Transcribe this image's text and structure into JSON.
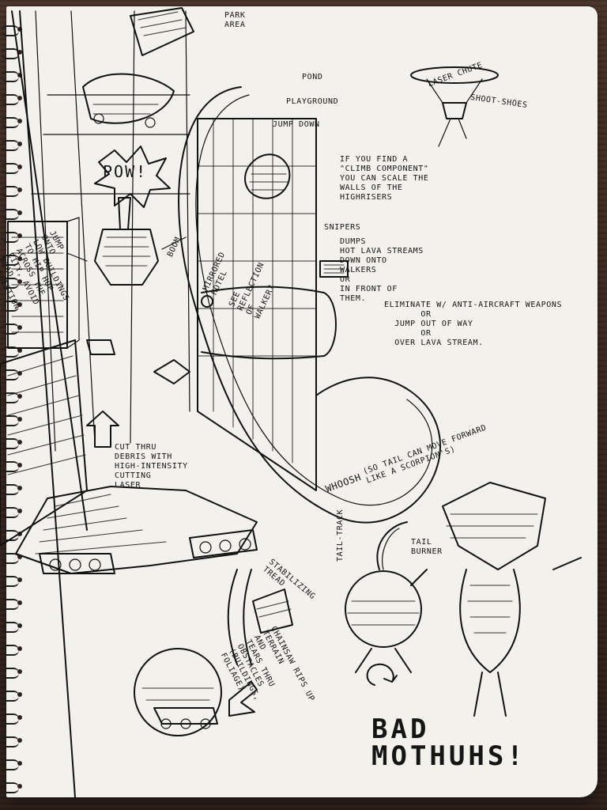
{
  "colors": {
    "wood_dark": "#2d1f19",
    "wood_mid": "#4a3328",
    "paper": "#f3f1ec",
    "ink": "#111111"
  },
  "icons": {
    "spiral": "spiral-binding-icon",
    "arrow": "up-arrow-icon",
    "arrow2": "down-left-arrow-icon",
    "rotation": "rotation-arrow-icon"
  },
  "notes": {
    "park_area": "PARK\nAREA",
    "pond": "POND",
    "playground": "PLAYGROUND",
    "laser_chute": "LASER CHUTE",
    "shoot_shoes": "SHOOT-SHOES",
    "jump_down": "JUMP DOWN",
    "climb_component": "IF YOU FIND A\n\"CLIMB COMPONENT\"\nYOU CAN SCALE THE\nWALLS OF THE\nHIGHRISERS",
    "pow": "POW!",
    "boom": "BOOM",
    "snipers": "SNIPERS",
    "mirrored_hotel": "MIRRORED\nHOTEL",
    "see_reflection": "SEE\nREFLECTION\nOF\nWALKER?",
    "dumps_lava": "DUMPS\nHOT LAVA STREAMS\nDOWN ONTO\nWALKERS\nOR\nIN FRONT OF\nTHEM.",
    "eliminate": "ELIMINATE W/ ANTI-AIRCRAFT WEAPONS\n       OR\n  JUMP OUT OF WAY\n       OR\n  OVER LAVA STREAM.",
    "jump_onto": "JUMP\nONTO\nLOW BUILDINGS\nTO HIP HOP\nACROSS THE\nCITY, AVOID\nROAD\nCONGESTION",
    "cut_thru": "CUT THRU\nDEBRIS WITH\nHIGH-INTENSITY\nCUTTING\nLASER",
    "whoosh": "WHOOSH",
    "tail_note": "(SO TAIL CAN MOVE FORWARD\nLIKE A SCORPION'S)",
    "tail_track": "TAIL-TRACK",
    "tail_burner": "TAIL\nBURNER",
    "stabilizing_tread": "STABILIZING\nTREAD",
    "chainsaw": "CHAINSAW RIPS UP\nTERRAIN\nAND\nTEARS THRU\nOBSTACLES\n(BUILDINGS,\nFOLIAGE)",
    "bad_mothuhs": "BAD\nMOTHUHS!"
  }
}
